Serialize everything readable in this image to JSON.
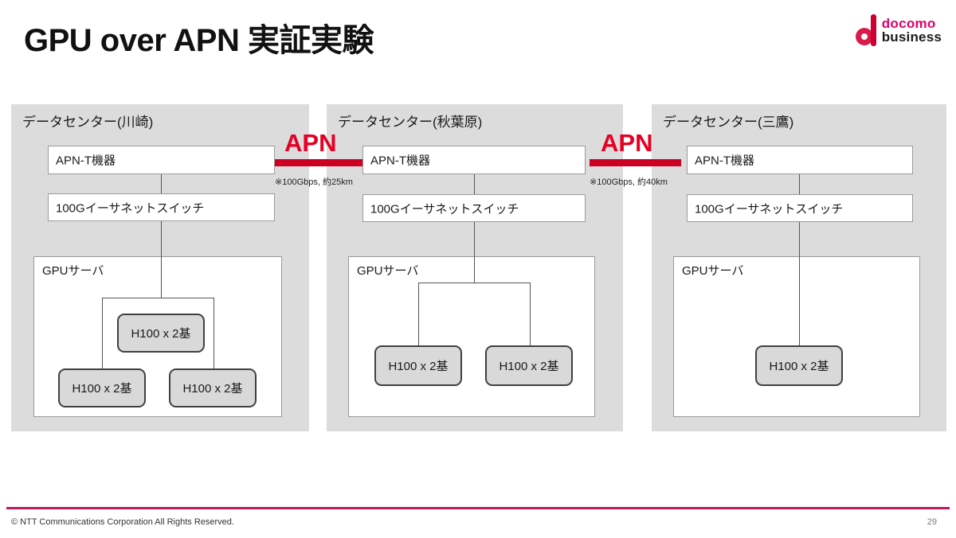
{
  "slide": {
    "title": "GPU over APN 実証実験",
    "page_number": "29",
    "background": "#ffffff",
    "panel_background": "#dcdcdc",
    "accent_red": "#e60023",
    "footer_rule_color": "#c2185b"
  },
  "logo": {
    "mark": "docomo-d-mark",
    "line1": "docomo",
    "line2": "business",
    "line1_color": "#e2006a",
    "line2_color": "#1a1a1a"
  },
  "datacenters": [
    {
      "title": "データセンター(川崎)",
      "apn_terminal": "APN-T機器",
      "switch": "100Gイーサネットスイッチ",
      "gpu_server": "GPUサーバ",
      "gpu_nodes": [
        "H100 x 2基",
        "H100 x 2基",
        "H100 x 2基"
      ]
    },
    {
      "title": "データセンター(秋葉原)",
      "apn_terminal": "APN-T機器",
      "switch": "100Gイーサネットスイッチ",
      "gpu_server": "GPUサーバ",
      "gpu_nodes": [
        "H100 x 2基",
        "H100 x 2基"
      ]
    },
    {
      "title": "データセンター(三鷹)",
      "apn_terminal": "APN-T機器",
      "switch": "100Gイーサネットスイッチ",
      "gpu_server": "GPUサーバ",
      "gpu_nodes": [
        "H100 x 2基"
      ]
    }
  ],
  "apn_links": [
    {
      "label": "APN",
      "note": "※100Gbps, 約25km"
    },
    {
      "label": "APN",
      "note": "※100Gbps, 約40km"
    }
  ],
  "footer": {
    "copyright": "© NTT Communications Corporation All Rights Reserved."
  }
}
